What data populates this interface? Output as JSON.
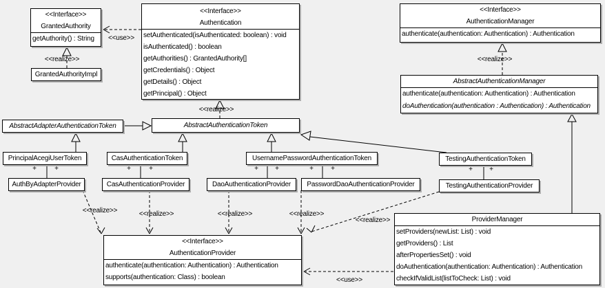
{
  "colors": {
    "background": "#f0f0f0",
    "box_fill": "#ffffff",
    "box_border": "#000000",
    "shadow": "#aeaeae"
  },
  "classes": {
    "granted_authority": {
      "stereotype": "<<Interface>>",
      "name": "GrantedAuthority",
      "methods": [
        "getAuthority() : String"
      ]
    },
    "granted_authority_impl": {
      "name": "GrantedAuthorityImpl"
    },
    "authentication": {
      "stereotype": "<<Interface>>",
      "name": "Authentication",
      "methods": [
        "setAuthenticated(isAuthenticated: boolean) : void",
        "isAuthenticated() : boolean",
        "getAuthorities() : GrantedAuthority[]",
        "getCredentials() : Object",
        "getDetails() : Object",
        "getPrincipal() : Object"
      ]
    },
    "authentication_manager": {
      "stereotype": "<<Interface>>",
      "name": "AuthenticationManager",
      "methods": [
        "authenticate(authentication: Authentication) : Authentication"
      ]
    },
    "abstract_authentication_manager": {
      "name": "AbstractAuthenticationManager",
      "methods": [
        "authenticate(authentication: Authentication) : Authentication",
        "doAuthentication(authentication : Authentication) : Authentication"
      ]
    },
    "abstract_adapter_authentication_token": {
      "name": "AbstractAdapterAuthenticationToken"
    },
    "abstract_authentication_token": {
      "name": "AbstractAuthenticationToken"
    },
    "principal_acegi_user_token": {
      "name": "PrincipalAcegiUserToken"
    },
    "cas_authentication_token": {
      "name": "CasAuthenticationToken"
    },
    "username_password_authentication_token": {
      "name": "UsernamePasswordAuthenticationToken"
    },
    "testing_authentication_token": {
      "name": "TestingAuthenticationToken"
    },
    "auth_by_adapter_provider": {
      "name": "AuthByAdapterProvider"
    },
    "cas_authentication_provider": {
      "name": "CasAuthenticationProvider"
    },
    "dao_authentication_provider": {
      "name": "DaoAuthenticationProvider"
    },
    "password_dao_authentication_provider": {
      "name": "PasswordDaoAuthenticationProvider"
    },
    "testing_authentication_provider": {
      "name": "TestingAuthenticationProvider"
    },
    "authentication_provider": {
      "stereotype": "<<Interface>>",
      "name": "AuthenticationProvider",
      "methods": [
        "authenticate(authentication: Authentication) : Authentication",
        "supports(authentication: Class) : boolean"
      ]
    },
    "provider_manager": {
      "name": "ProviderManager",
      "methods": [
        "setProviders(newList: List) : void",
        "getProviders() : List",
        "afterPropertiesSet() : void",
        "doAuthentication(authentication: Authentication) : Authentication",
        "checkIfValidList(listToCheck: List) : void"
      ]
    }
  },
  "labels": {
    "use": "<<use>>",
    "realize": "<<realize>>",
    "plus": "+"
  }
}
